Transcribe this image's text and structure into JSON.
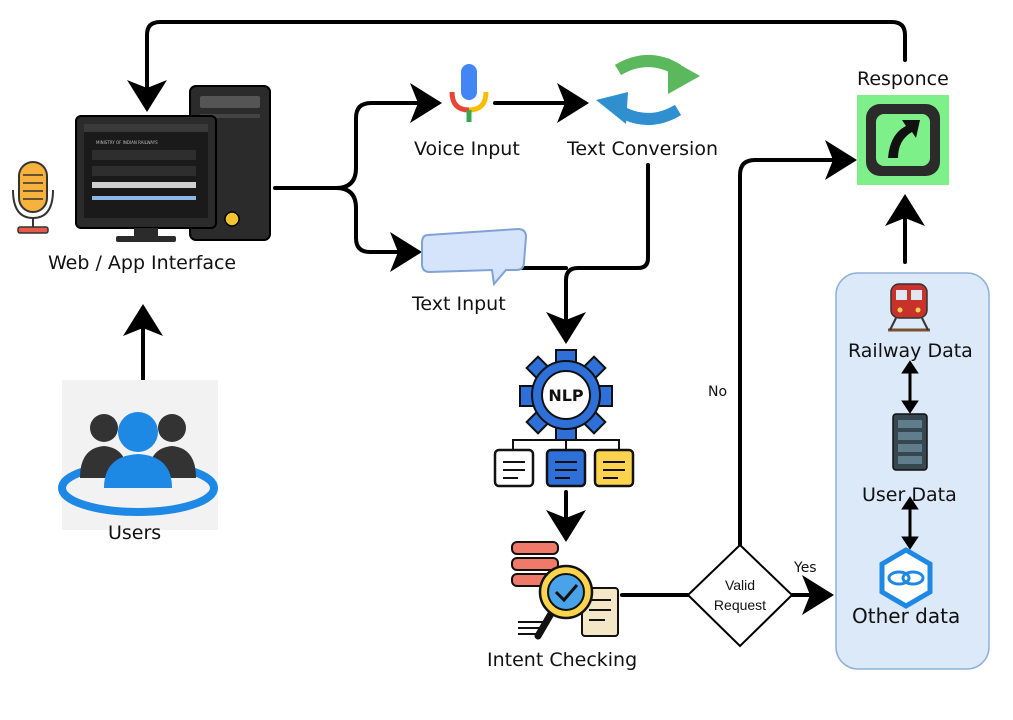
{
  "labels": {
    "web_app_interface": "Web / App Interface",
    "users": "Users",
    "voice_input": "Voice Input",
    "text_conversion": "Text Conversion",
    "text_input": "Text Input",
    "nlp": "NLP",
    "intent_checking": "Intent Checking",
    "valid_request": "Valid Request",
    "valid_request_line1": "Valid",
    "valid_request_line2": "Request",
    "no": "No",
    "yes": "Yes",
    "responce": "Responce",
    "railway_data": "Railway Data",
    "user_data": "User Data",
    "other_data": "Other data"
  },
  "screen": {
    "title": "MINISTRY OF INDIAN RAILWAYS"
  },
  "icons": {
    "microphone": "microphone-icon",
    "computer": "computer-icon",
    "users": "users-icon",
    "voice": "google-mic-icon",
    "conversion": "refresh-arrows-icon",
    "chat": "chat-bubble-icon",
    "nlp": "gear-flowchart-icon",
    "intent": "database-check-icon",
    "response": "arrow-up-right-icon",
    "railway": "train-icon",
    "user_data": "server-rack-icon",
    "other": "link-hexagon-icon"
  },
  "colors": {
    "response_highlight": "#7ef08a",
    "data_panel": "#dce9f8",
    "users_blue": "#1e88e5",
    "gear_blue": "#2e6fd8"
  }
}
